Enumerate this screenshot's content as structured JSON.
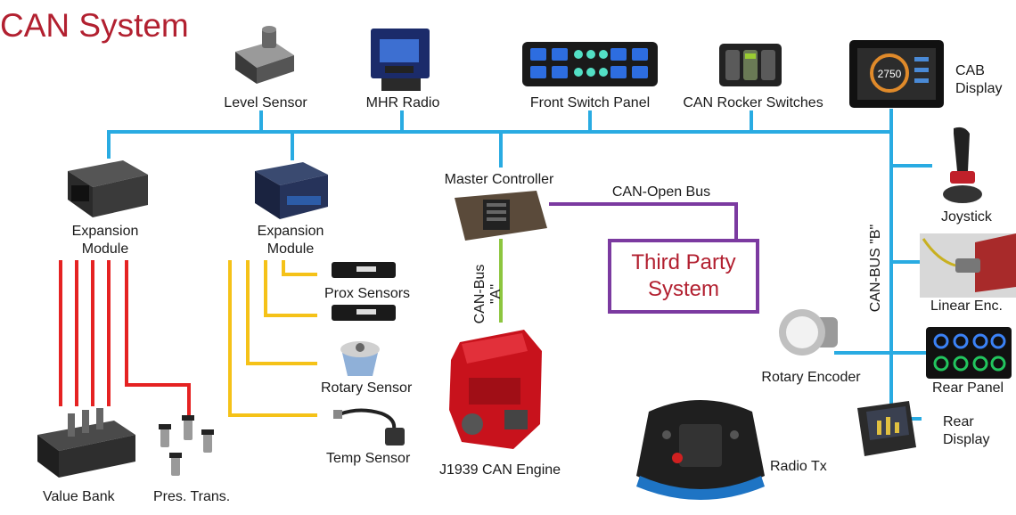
{
  "title": "CAN System",
  "colors": {
    "can_bus": "#29abe2",
    "can_a": "#8dc63f",
    "canopen": "#7b3aa0",
    "digital": "#e52222",
    "analog": "#f5c218",
    "title": "#b22030"
  },
  "labels": {
    "level_sensor": "Level Sensor",
    "mhr_radio": "MHR Radio",
    "front_switch_panel": "Front Switch Panel",
    "rocker_switches": "CAN Rocker Switches",
    "cab_display": "CAB\nDisplay",
    "expansion_module_1": "Expansion\nModule",
    "expansion_module_2": "Expansion\nModule",
    "master_controller": "Master Controller",
    "canopen_bus": "CAN-Open Bus",
    "third_party": "Third Party\nSystem",
    "can_bus_a": "CAN-Bus\n\"A\"",
    "can_bus_b": "CAN-BUS \"B\"",
    "joystick": "Joystick",
    "linear_enc": "Linear Enc.",
    "rear_panel": "Rear Panel",
    "rotary_encoder": "Rotary Encoder",
    "rear_display": "Rear\nDisplay",
    "radio_tx": "Radio Tx",
    "engine": "J1939 CAN Engine",
    "prox_sensors": "Prox Sensors",
    "rotary_sensor": "Rotary Sensor",
    "temp_sensor": "Temp Sensor",
    "valve_bank": "Value Bank",
    "pres_trans": "Pres. Trans."
  },
  "icons": {
    "level_sensor": "level-sensor-icon",
    "mhr_radio": "radio-module-icon",
    "front_switch_panel": "switch-panel-icon",
    "rocker_switches": "rocker-switch-icon",
    "cab_display": "display-icon",
    "expansion_module": "controller-module-icon",
    "master_controller": "controller-module-icon",
    "joystick": "joystick-icon",
    "linear_enc": "linear-encoder-icon",
    "rear_panel": "keypad-icon",
    "rotary_encoder": "rotary-encoder-icon",
    "rear_display": "display-icon",
    "radio_tx": "remote-transmitter-icon",
    "engine": "engine-icon",
    "prox_sensor": "prox-sensor-icon",
    "rotary_sensor": "rotary-sensor-icon",
    "temp_sensor": "temp-sensor-icon",
    "valve_bank": "valve-bank-icon",
    "pres_trans": "pressure-transducer-icon"
  },
  "displays": {
    "cab_value": "2750"
  }
}
